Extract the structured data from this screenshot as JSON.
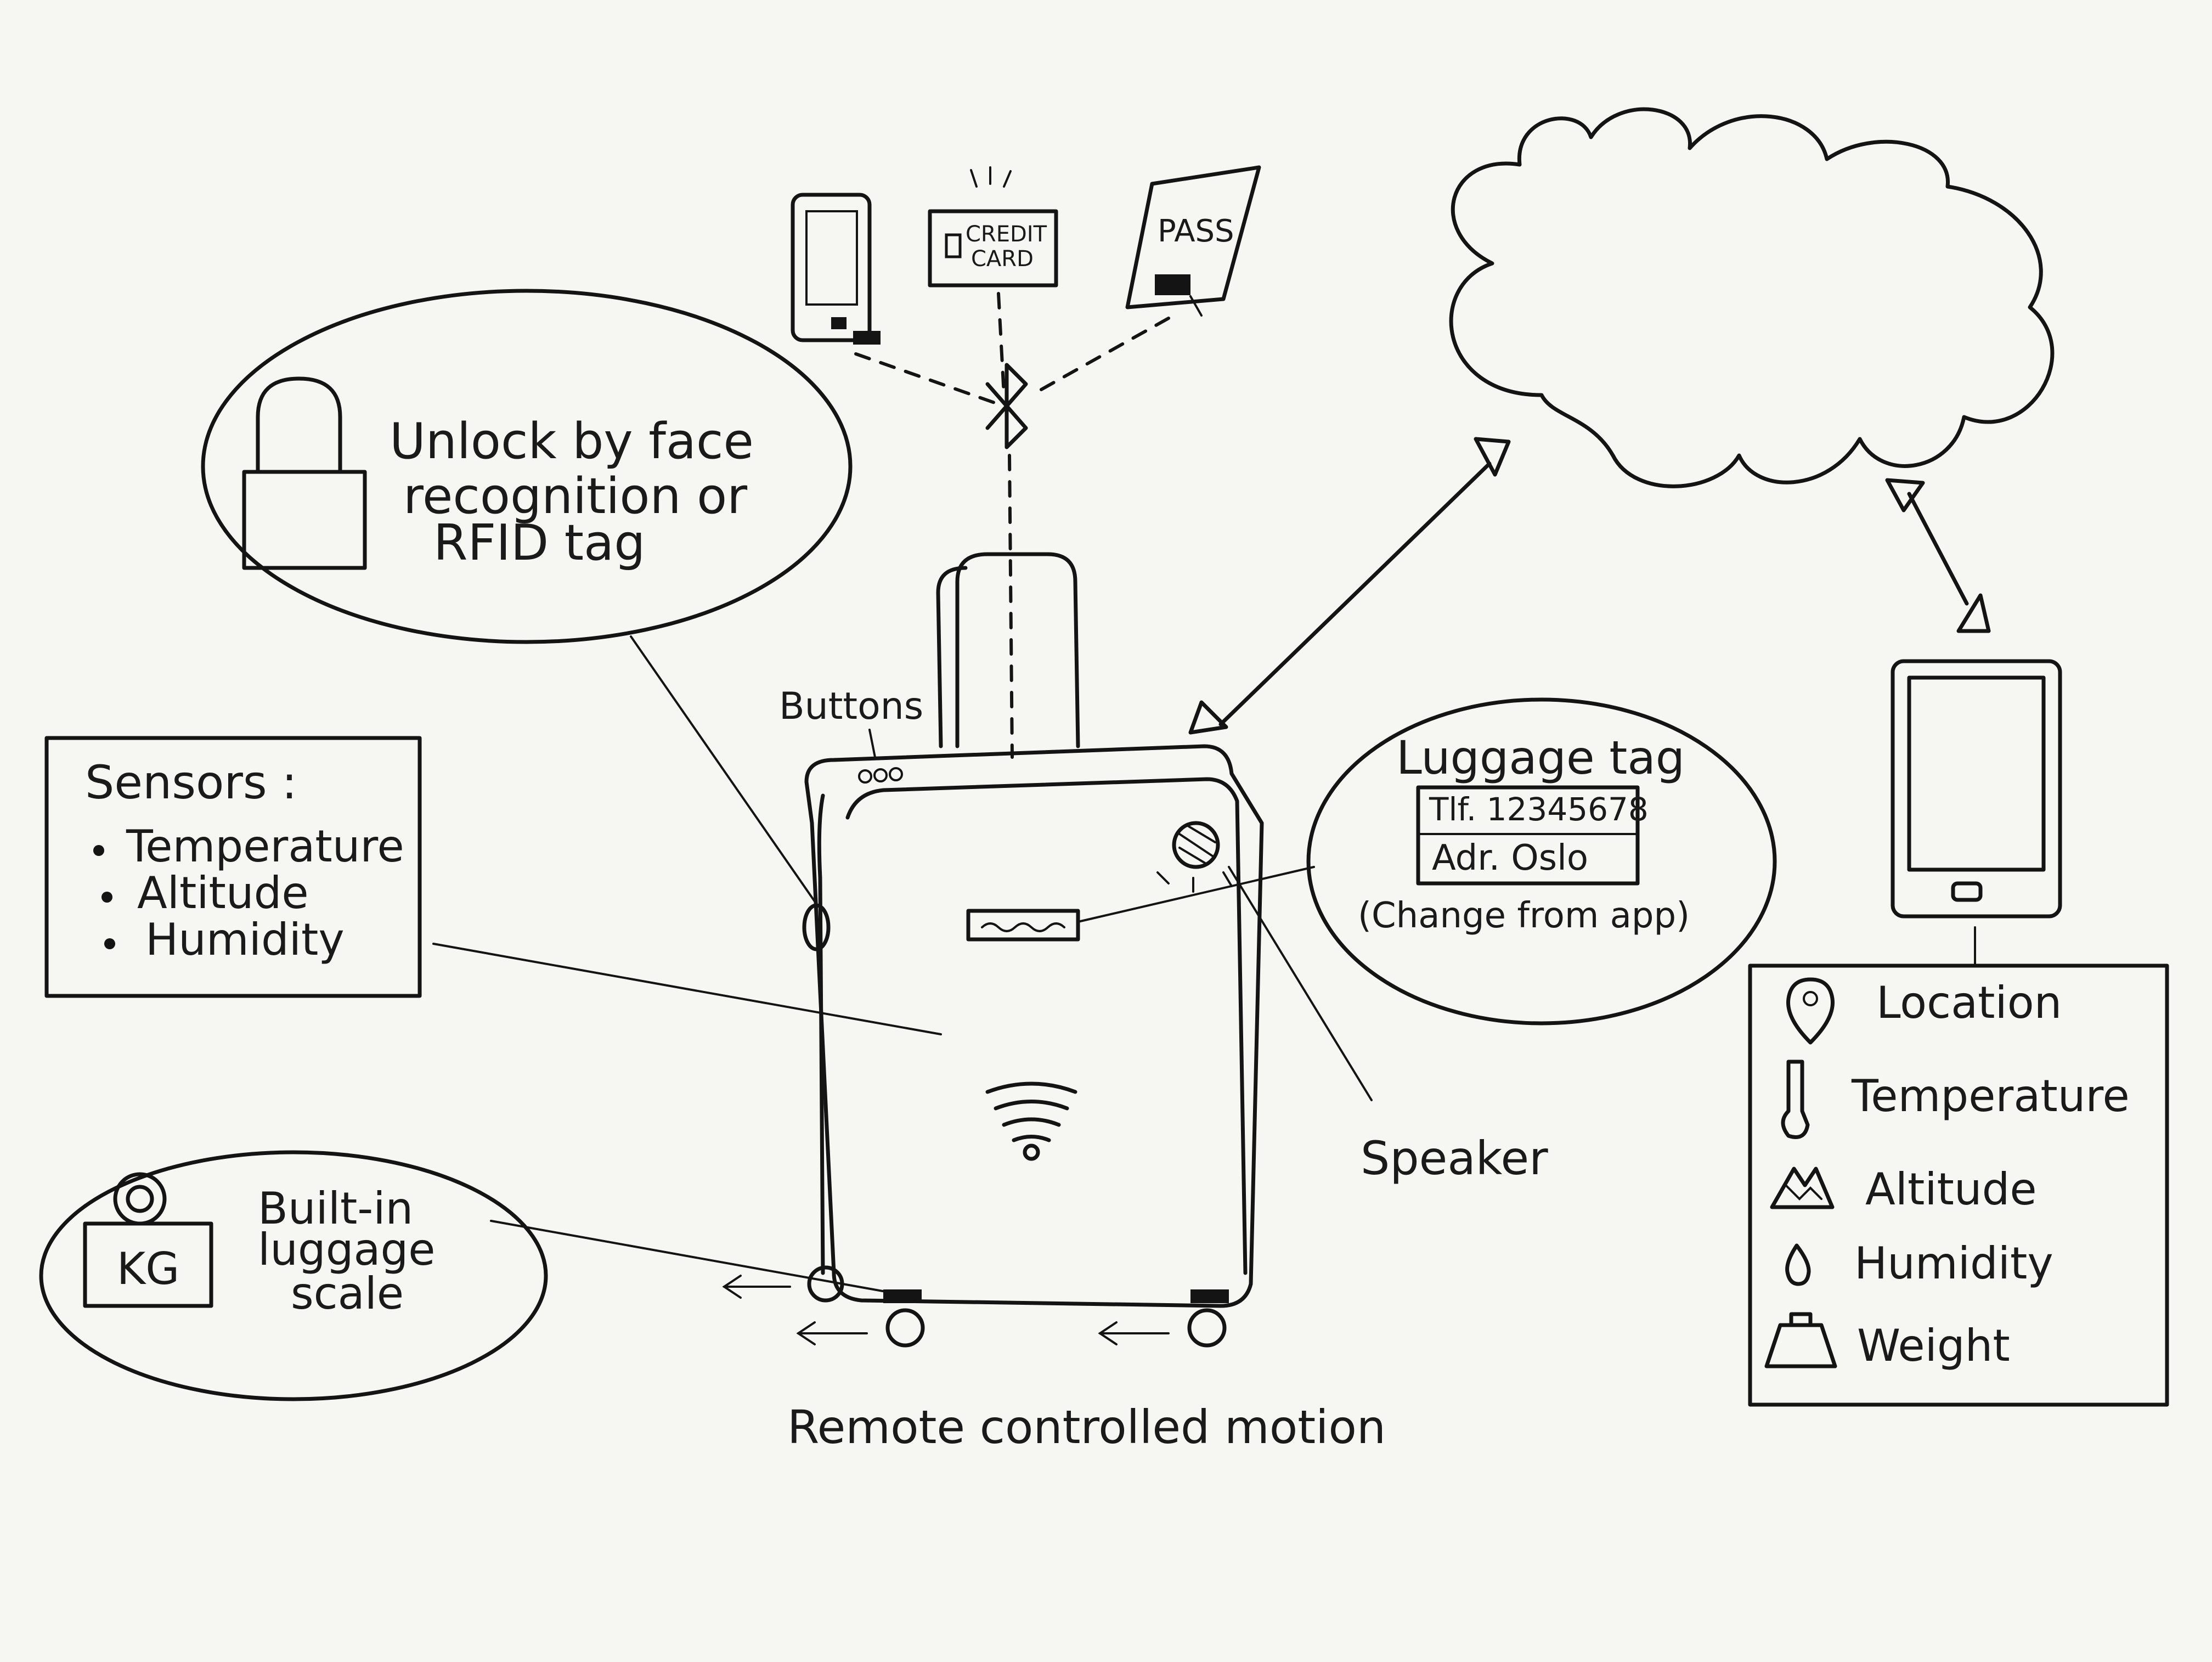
{
  "lock_bubble": {
    "line1": "Unlock by face",
    "line2": "recognition or",
    "line3": "RFID tag"
  },
  "sensors": {
    "title": "Sensors :",
    "items": [
      "Temperature",
      "Altitude",
      "Humidity"
    ]
  },
  "scale_bubble": {
    "weight_label": "KG",
    "line1": "Built-in",
    "line2": "luggage",
    "line3": "scale"
  },
  "buttons_label": "Buttons",
  "credit_card": {
    "line1": "CREDIT",
    "line2": "CARD"
  },
  "pass_label": "PASS",
  "luggage_tag": {
    "title": "Luggage tag",
    "phone": "Tlf. 12345678",
    "address": "Adr. Oslo",
    "note": "(Change from app)"
  },
  "speaker_label": "Speaker",
  "motion_label": "Remote controlled motion",
  "app_panel": {
    "items": [
      {
        "icon": "location-pin-icon",
        "label": "Location"
      },
      {
        "icon": "thermometer-icon",
        "label": "Temperature"
      },
      {
        "icon": "mountain-icon",
        "label": "Altitude"
      },
      {
        "icon": "droplet-icon",
        "label": "Humidity"
      },
      {
        "icon": "weight-icon",
        "label": "Weight"
      }
    ]
  }
}
